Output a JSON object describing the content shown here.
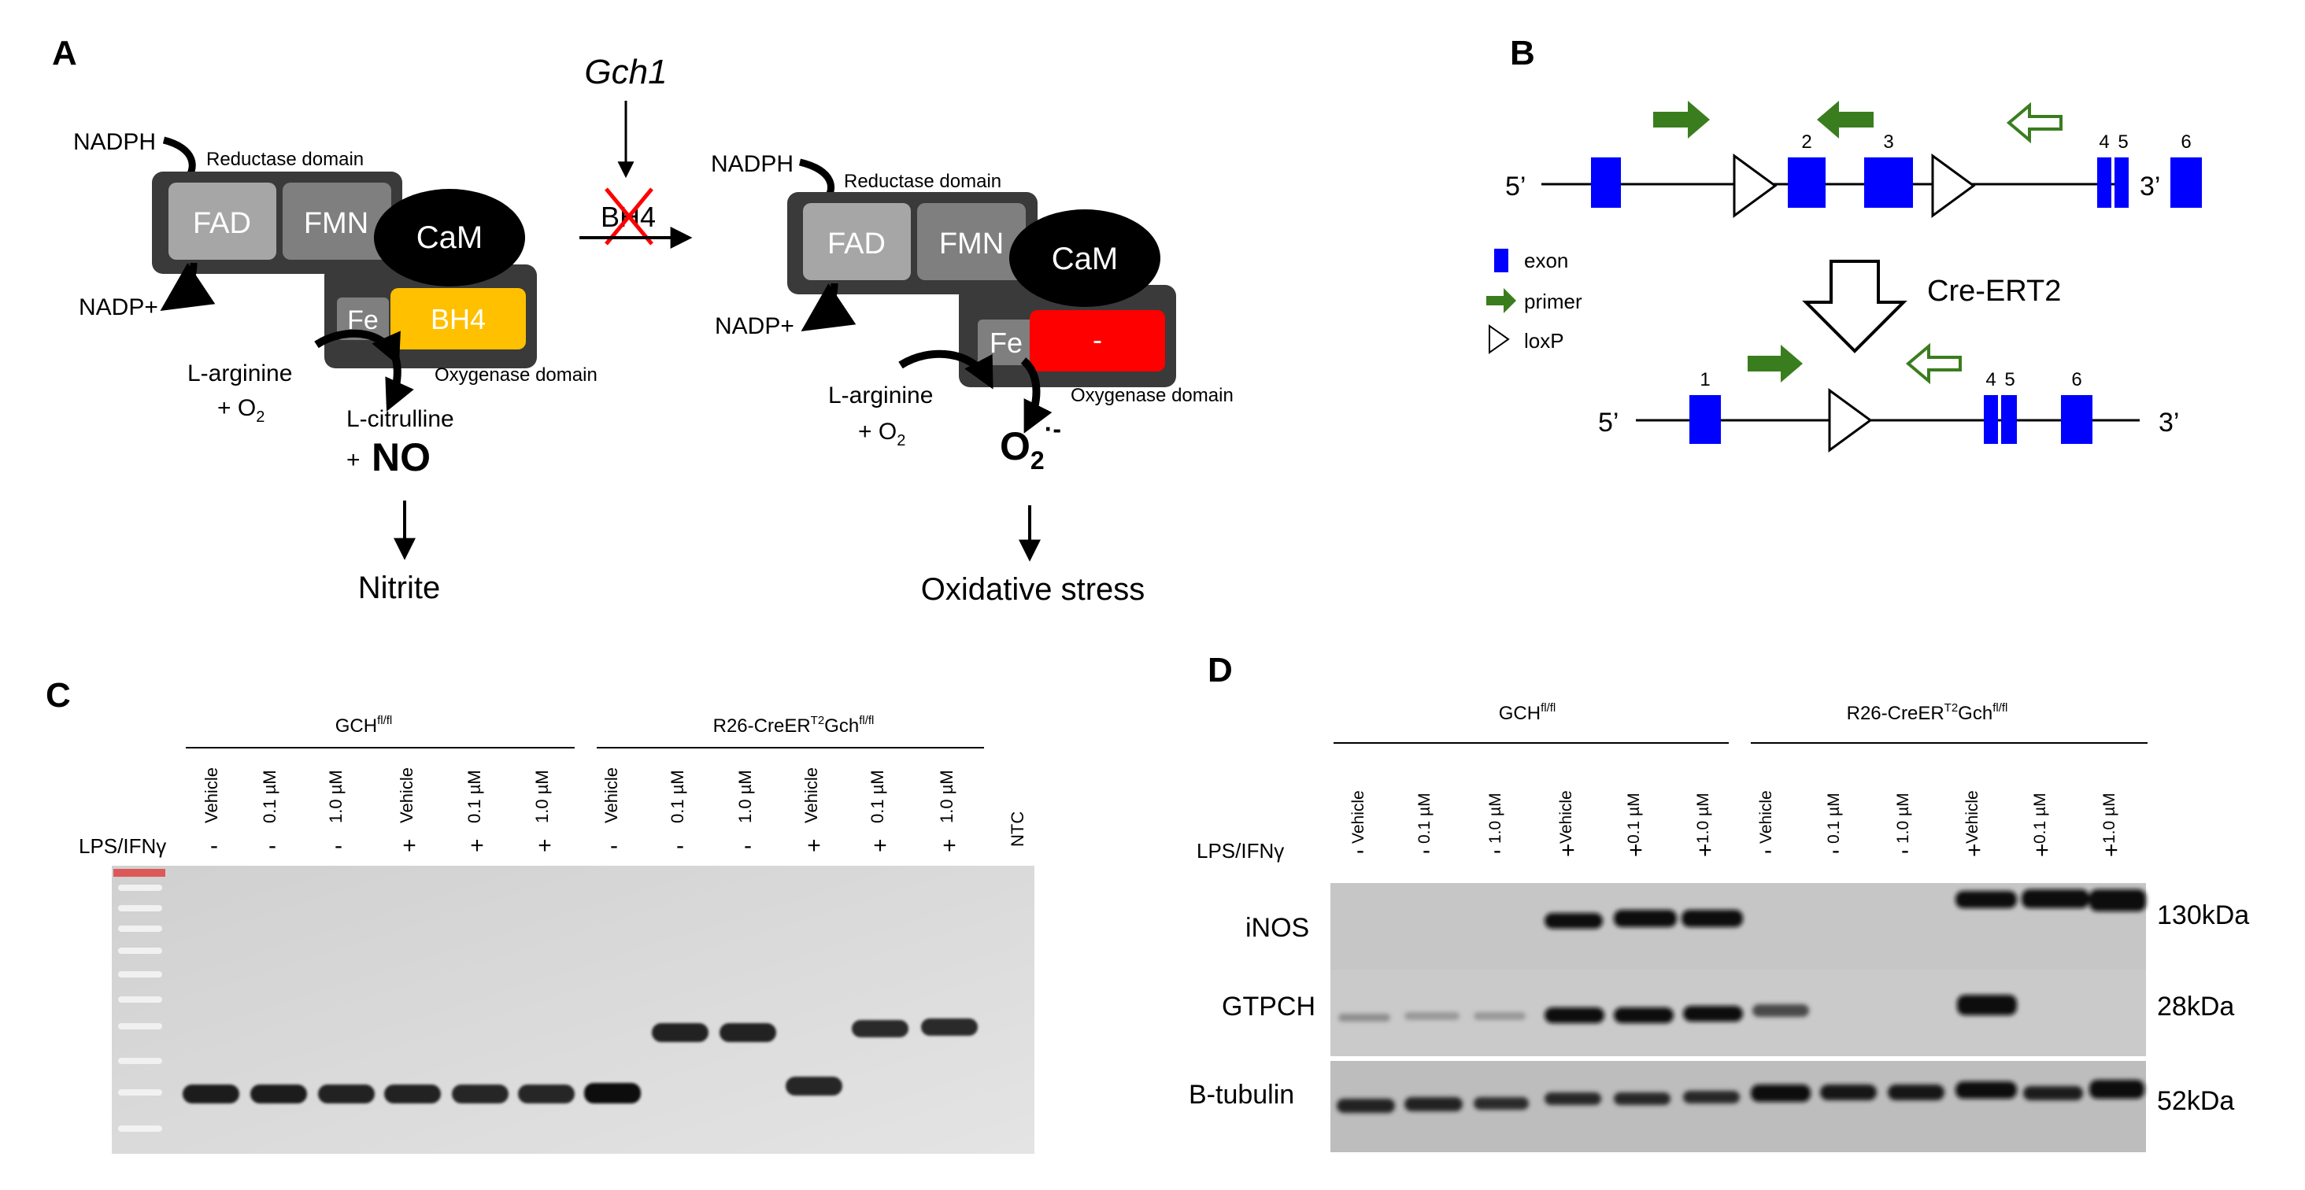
{
  "panel_a": {
    "label": "A",
    "gene": "Gch1",
    "cofactor_blocked": "BH4",
    "left": {
      "nadph": "NADPH",
      "nadp": "NADP+",
      "reductase": "Reductase domain",
      "fad": "FAD",
      "fmn": "FMN",
      "cam": "CaM",
      "fe": "Fe",
      "bh4": "BH4",
      "oxygenase": "Oxygenase domain",
      "arginine": "L-arginine",
      "o2": "+ O",
      "o2_sub": "2",
      "citrulline": "L-citrulline",
      "plus": "+",
      "no": "NO",
      "product": "Nitrite"
    },
    "right": {
      "nadph": "NADPH",
      "nadp": "NADP+",
      "reductase": "Reductase domain",
      "fad": "FAD",
      "fmn": "FMN",
      "cam": "CaM",
      "fe": "Fe",
      "missing": "-",
      "oxygenase": "Oxygenase domain",
      "arginine": "L-arginine",
      "o2": "+ O",
      "o2_sub": "2",
      "superoxide": "O",
      "superoxide_sub": "2",
      "superoxide_sup": "·-",
      "product": "Oxidative stress"
    },
    "colors": {
      "bh4": "#ffc000",
      "missing": "#ff0000",
      "cross": "#ff0000"
    }
  },
  "panel_b": {
    "label": "B",
    "five_prime": "5’",
    "three_prime": "3’",
    "top_exon_numbers": [
      "2",
      "3",
      "4",
      "5",
      "6"
    ],
    "bottom_exon_numbers": [
      "1",
      "4",
      "5",
      "6"
    ],
    "legend": [
      "exon",
      "primer",
      "loxP"
    ],
    "cre": "Cre-ERT2",
    "colors": {
      "exon": "#0000ff",
      "primer": "#3a7d1e"
    }
  },
  "panel_c": {
    "label": "C",
    "group1": "GCH",
    "group1_sup": "fl/fl",
    "group2": "R26-CreER",
    "group2_sup": "T2",
    "group2_tail": "Gch",
    "group2_tail_sup": "fl/fl",
    "row_label": "LPS/IFNγ",
    "lanes": [
      "Vehicle",
      "0.1 µM",
      "1.0 µM",
      "Vehicle",
      "0.1 µM",
      "1.0 µM",
      "Vehicle",
      "0.1 µM",
      "1.0 µM",
      "Vehicle",
      "0.1 µM",
      "1.0 µM"
    ],
    "signs": [
      "-",
      "-",
      "-",
      "+",
      "+",
      "+",
      "-",
      "-",
      "-",
      "+",
      "+",
      "+"
    ],
    "ntc": "NTC"
  },
  "panel_d": {
    "label": "D",
    "group1": "GCH",
    "group1_sup": "fl/fl",
    "group2": "R26-CreER",
    "group2_sup": "T2",
    "group2_tail": "Gch",
    "group2_tail_sup": "fl/fl",
    "row_label": "LPS/IFNγ",
    "lanes": [
      "Vehicle",
      "0.1 µM",
      "1.0 µM",
      "Vehicle",
      "0.1 µM",
      "1.0 µM",
      "Vehicle",
      "0.1 µM",
      "1.0 µM",
      "Vehicle",
      "0.1 µM",
      "1.0 µM"
    ],
    "signs": [
      "-",
      "-",
      "-",
      "+",
      "+",
      "+",
      "-",
      "-",
      "-",
      "+",
      "+",
      "+"
    ],
    "blots": [
      {
        "name": "iNOS",
        "size": "130kDa"
      },
      {
        "name": "GTPCH",
        "size": "28kDa"
      },
      {
        "name": "B-tubulin",
        "size": "52kDa"
      }
    ]
  }
}
